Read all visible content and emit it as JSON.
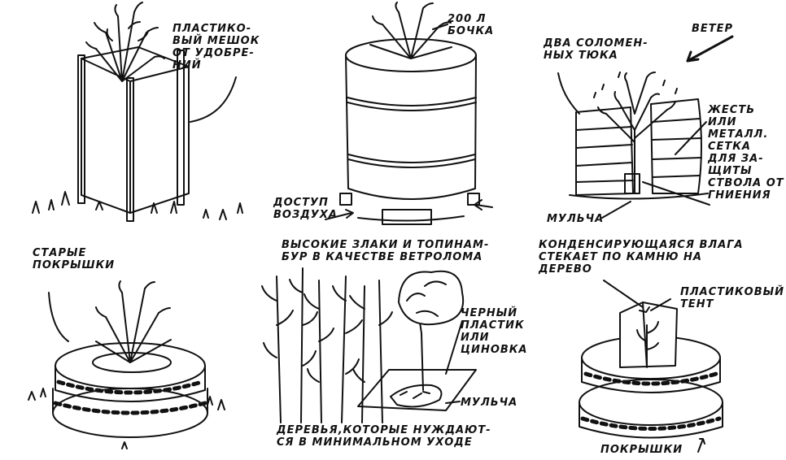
{
  "colors": {
    "ink": "#111111",
    "paper": "#ffffff"
  },
  "panel_plastic_bag": {
    "label_lines": [
      "ПЛАСТИКО-",
      "ВЫЙ МЕШОК",
      "ОТ УДОБРЕ-",
      "НИЙ"
    ]
  },
  "panel_barrel": {
    "barrel_label_lines": [
      "200 Л",
      "БОЧКА"
    ],
    "air_label_lines": [
      "ДОСТУП",
      "ВОЗДУХА"
    ]
  },
  "panel_straw": {
    "bales_label_lines": [
      "ДВА СОЛОМЕН-",
      "НЫХ ТЮКА"
    ],
    "wind_label": "ВЕТЕР",
    "metal_label_lines": [
      "ЖЕСТЬ",
      "ИЛИ",
      "МЕТАЛЛ.",
      "СЕТКА",
      "ДЛЯ ЗА-",
      "ЩИТЫ",
      "СТВОЛА ОТ",
      "ГНИЕНИЯ"
    ],
    "mulch_label": "МУЛЬЧА"
  },
  "panel_tires": {
    "label_lines": [
      "СТАРЫЕ",
      "ПОКРЫШКИ"
    ]
  },
  "panel_windbreak": {
    "title_lines": [
      "ВЫСОКИЕ ЗЛАКИ И ТОПИНАМ-",
      "БУР В КАЧЕСТВЕ ВЕТРОЛОМА"
    ],
    "plastic_label_lines": [
      "ЧЕРНЫЙ",
      "ПЛАСТИК",
      "ИЛИ",
      "ЦИНОВКА"
    ],
    "mulch_label": "МУЛЬЧА",
    "caption_lines": [
      "ДЕРЕВЬЯ,КОТОРЫЕ НУЖДАЮТ-",
      "СЯ В МИНИМАЛЬНОМ УХОДЕ"
    ]
  },
  "panel_condensation": {
    "title_lines": [
      "КОНДЕНСИРУЮЩАЯСЯ ВЛАГА",
      "СТЕКАЕТ ПО КАМНЮ НА",
      "ДЕРЕВО"
    ],
    "tent_label_lines": [
      "ПЛАСТИКОВЫЙ",
      "ТЕНТ"
    ],
    "tires_label": "ПОКРЫШКИ"
  }
}
